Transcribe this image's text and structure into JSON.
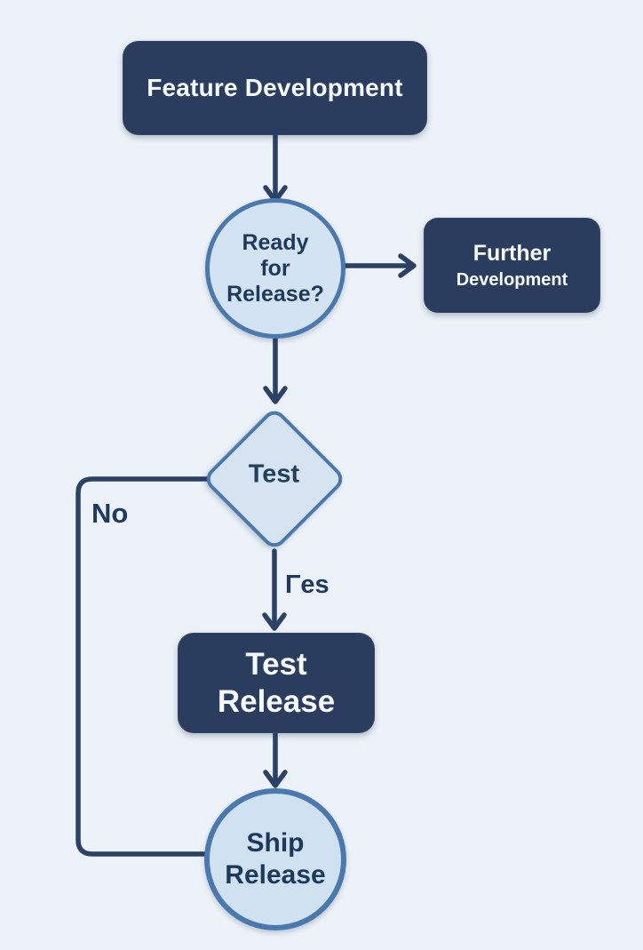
{
  "diagram": {
    "type": "flowchart",
    "nodes": {
      "feature": {
        "label": "Feature Development",
        "shape": "rounded-rectangle",
        "fill": "#2a3d5e"
      },
      "ready": {
        "line1": "Ready",
        "line2": "for",
        "line3": "Release?",
        "shape": "circle",
        "fill": "#d4e3f1"
      },
      "further": {
        "line1": "Further",
        "line2": "Development",
        "shape": "rounded-rectangle",
        "fill": "#2a3d5e"
      },
      "test": {
        "label": "Test",
        "shape": "diamond",
        "fill": "#d6e4f1"
      },
      "test_release": {
        "line1": "Test",
        "line2": "Release",
        "shape": "rounded-rectangle",
        "fill": "#2a3d5e"
      },
      "ship": {
        "line1": "Ship",
        "line2": "Release",
        "shape": "circle",
        "fill": "#d0e1f0"
      }
    },
    "edge_labels": {
      "no": "No",
      "yes": "Γes"
    },
    "edges": [
      "feature -> ready",
      "ready -> further",
      "ready -> test",
      "test -> test_release (yes)",
      "test_release -> ship",
      "test -> ship (no, left loop)"
    ],
    "colors": {
      "background": "#edf2f8",
      "box_fill": "#2a3d5e",
      "box_text": "#f7fafc",
      "shape_fill": "#d4e3f1",
      "shape_border": "#4a79b0",
      "shape_text": "#1d3a5e",
      "connector": "#2c4166"
    }
  }
}
